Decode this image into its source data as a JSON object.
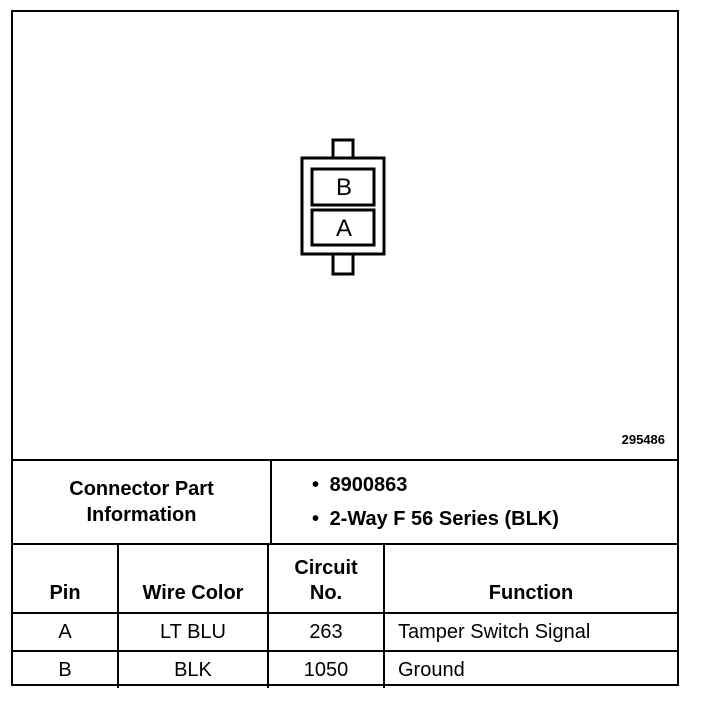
{
  "figure_id": "295486",
  "connector": {
    "pin_labels": [
      "B",
      "A"
    ]
  },
  "info": {
    "left_line1": "Connector Part",
    "left_line2": "Information",
    "bullet_char": "•",
    "bullets": [
      "8900863",
      "2-Way F 56 Series (BLK)"
    ]
  },
  "table": {
    "headers": {
      "pin": "Pin",
      "wire_color": "Wire Color",
      "circuit_line1": "Circuit",
      "circuit_line2": "No.",
      "function": "Function"
    },
    "rows": [
      {
        "pin": "A",
        "wire_color": "LT BLU",
        "circuit": "263",
        "function": "Tamper Switch Signal"
      },
      {
        "pin": "B",
        "wire_color": "BLK",
        "circuit": "1050",
        "function": "Ground"
      }
    ]
  }
}
